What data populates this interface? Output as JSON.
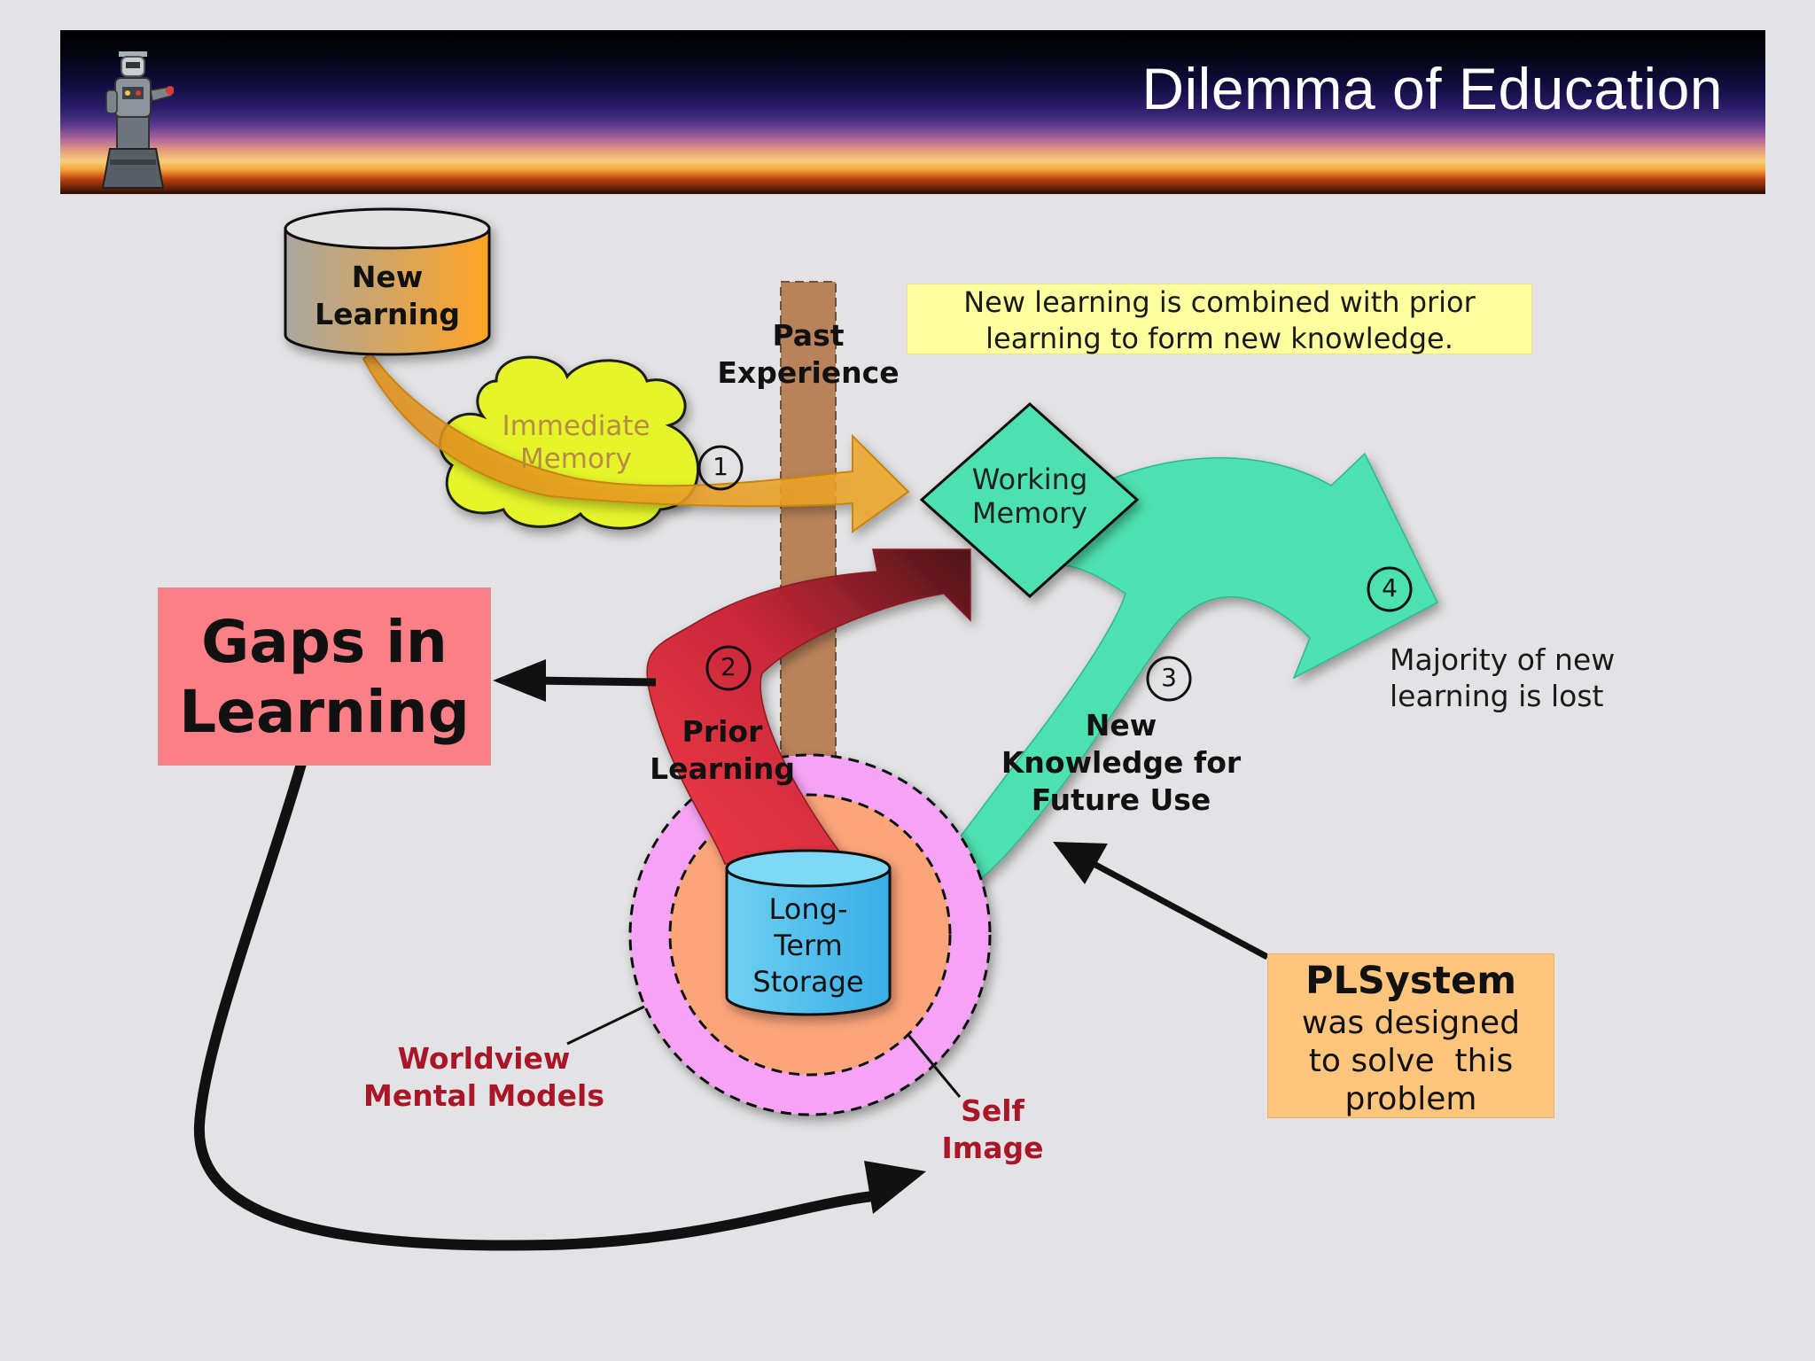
{
  "title": "Dilemma of Education",
  "labels": {
    "new_learning": [
      "New",
      "Learning"
    ],
    "immediate_memory": [
      "Immediate",
      "Memory"
    ],
    "past_experience": [
      "Past",
      "Experience"
    ],
    "working_memory": [
      "Working",
      "Memory"
    ],
    "prior_learning": [
      "Prior",
      "Learning"
    ],
    "new_knowledge": [
      "New",
      "Knowledge for",
      "Future Use"
    ],
    "long_term_storage": [
      "Long-",
      "Term",
      "Storage"
    ],
    "worldview": [
      "Worldview",
      "Mental Models"
    ],
    "self_image": [
      "Self",
      "Image"
    ],
    "majority_lost": [
      "Majority of new",
      "learning is lost"
    ]
  },
  "note": [
    "New learning is combined with prior",
    "learning to form new knowledge."
  ],
  "gaps": [
    "Gaps in",
    "Learning"
  ],
  "plsystem": {
    "heading": "PLSystem",
    "lines": [
      "was designed",
      "to solve  this",
      "problem"
    ]
  },
  "steps": [
    "1",
    "2",
    "3",
    "4"
  ],
  "colors": {
    "orange_arrow": "#e49a18",
    "green_arrow": "#4ee0b0",
    "red_arrow": "#d6303c",
    "cloud": "#e6f52a",
    "pink_ring": "#f7a3f5",
    "peach_core": "#fca57a",
    "storage": "#5bc8ef"
  }
}
